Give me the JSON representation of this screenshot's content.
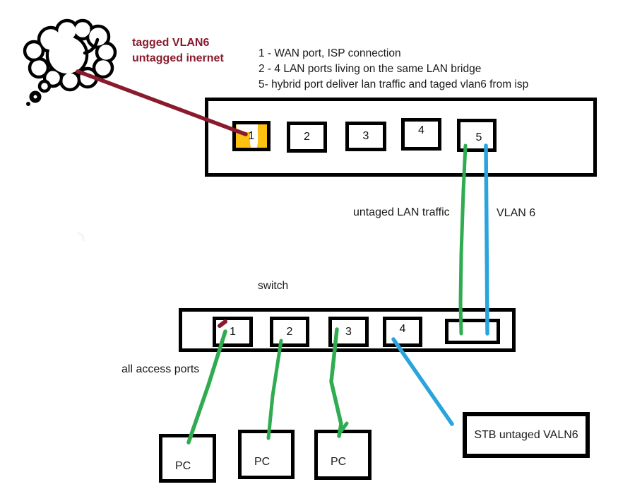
{
  "colors": {
    "maroon": "#8a1b2e",
    "green": "#2fac50",
    "blue": "#29a4dd",
    "highlight_yellow": "#fdc112",
    "ink": "#000000"
  },
  "cloud_note": {
    "line1": "tagged VLAN6",
    "line2": "untagged inernet"
  },
  "legend": [
    "1 - WAN port, ISP connection",
    "2 - 4 LAN ports living on the same LAN bridge",
    "5- hybrid port deliver lan traffic and taged vlan6 from isp"
  ],
  "router": {
    "ports": [
      "1",
      "2",
      "3",
      "4",
      "5"
    ],
    "highlighted_port": "1"
  },
  "links": {
    "lan_label": "untaged LAN traffic",
    "vlan_label": "VLAN 6"
  },
  "switch": {
    "title": "switch",
    "ports": [
      "1",
      "2",
      "3",
      "4"
    ],
    "note": "all access ports"
  },
  "devices": {
    "pc": "PC",
    "stb": "STB untaged VALN6"
  }
}
